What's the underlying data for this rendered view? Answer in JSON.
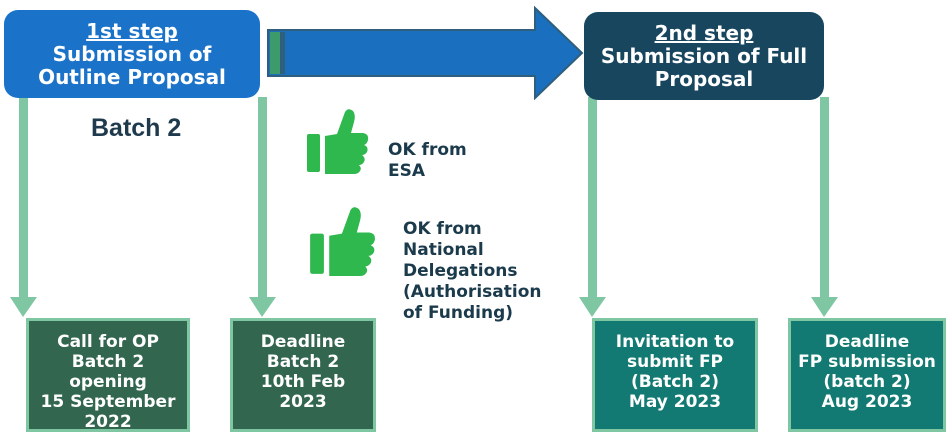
{
  "step1": {
    "title": "1st step",
    "line1": "Submission of",
    "line2": "Outline Proposal"
  },
  "step2": {
    "title": "2nd step",
    "line1": "Submission of Full",
    "line2": "Proposal"
  },
  "batch_label": "Batch 2",
  "approvals": [
    {
      "lines": [
        "OK from",
        "ESA"
      ],
      "icon": "thumbs-up-icon"
    },
    {
      "lines": [
        "OK from",
        "National",
        "Delegations",
        "(Authorisation",
        "of Funding)"
      ],
      "icon": "thumbs-up-icon"
    }
  ],
  "milestones": [
    {
      "lines": [
        "Call for OP",
        "Batch 2",
        "opening",
        "15 September",
        "2022"
      ]
    },
    {
      "lines": [
        "Deadline",
        "Batch 2",
        "10th Feb",
        "2023"
      ]
    },
    {
      "lines": [
        "Invitation to",
        "submit FP",
        "(Batch 2)",
        "May 2023"
      ]
    },
    {
      "lines": [
        "Deadline",
        "FP submission",
        "(batch 2)",
        "Aug 2023"
      ]
    }
  ],
  "colors": {
    "step1_fill": "#1a73c9",
    "step2_fill": "#17465e",
    "connector": "#7fc7a3",
    "thumb": "#2eb84d",
    "big_arrow": "#1a6fbf"
  }
}
